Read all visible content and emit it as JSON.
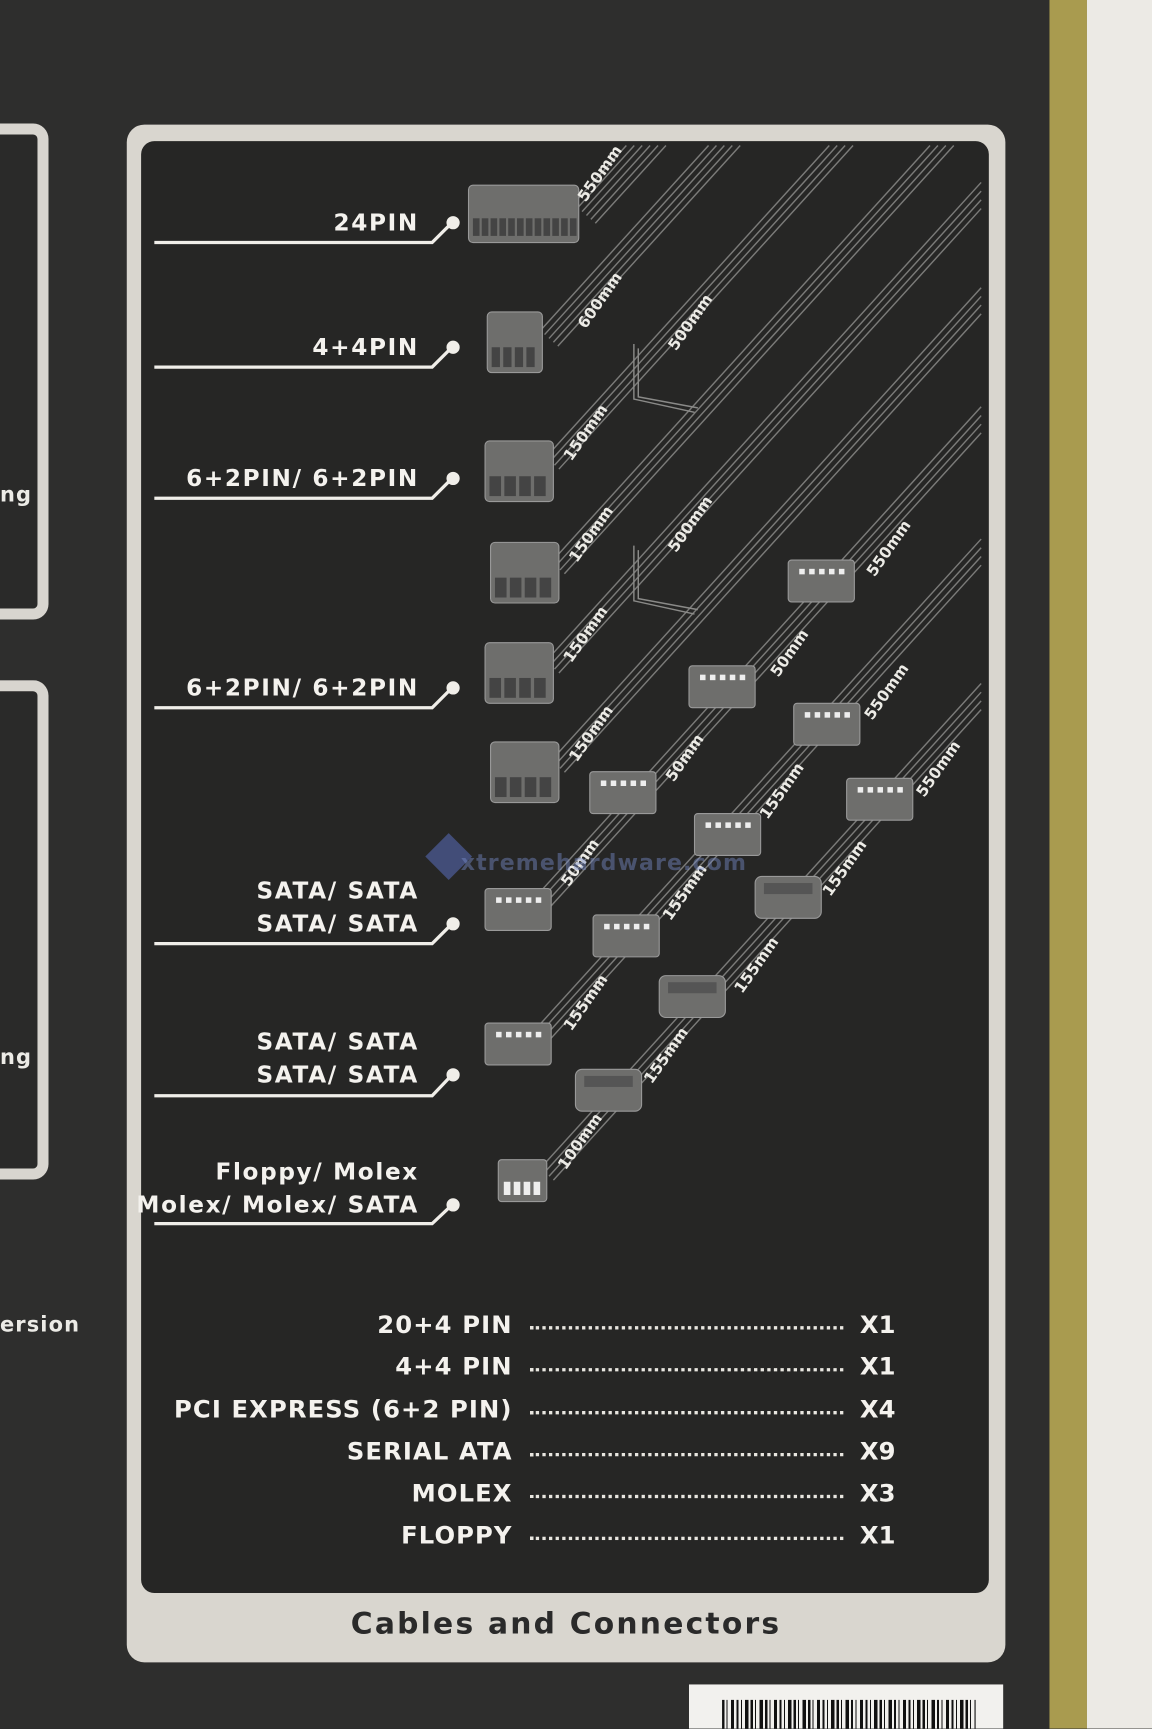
{
  "left_fragments": [
    "ng",
    "ng",
    "ersion"
  ],
  "panel": {
    "title": "Cables and Connectors",
    "cable_labels": [
      [
        "24PIN"
      ],
      [
        "4+4PIN"
      ],
      [
        "6+2PIN/ 6+2PIN"
      ],
      [
        "6+2PIN/ 6+2PIN"
      ],
      [
        "SATA/ SATA",
        "SATA/ SATA"
      ],
      [
        "SATA/ SATA",
        "SATA/ SATA"
      ],
      [
        "Floppy/ Molex",
        "Molex/ Molex/ SATA"
      ]
    ],
    "cable_lengths": [
      "550mm",
      "600mm",
      "500mm",
      "150mm",
      "150mm",
      "500mm",
      "150mm",
      "150mm",
      "550mm",
      "50mm",
      "50mm",
      "50mm",
      "550mm",
      "155mm",
      "155mm",
      "155mm",
      "550mm",
      "155mm",
      "155mm",
      "155mm",
      "100mm"
    ],
    "counts": [
      {
        "name": "20+4 PIN",
        "qty": "X1"
      },
      {
        "name": "4+4 PIN",
        "qty": "X1"
      },
      {
        "name": "PCI EXPRESS (6+2 PIN)",
        "qty": "X4"
      },
      {
        "name": "SERIAL ATA",
        "qty": "X9"
      },
      {
        "name": "MOLEX",
        "qty": "X3"
      },
      {
        "name": "FLOPPY",
        "qty": "X1"
      }
    ]
  },
  "watermark": "xtremehardware.com",
  "colors": {
    "box_background": "#2e2e2d",
    "panel_border": "#d9d6cf",
    "gold_strip": "#a99b4f",
    "cable": "#8a8a88",
    "connector": "#6e6e6c"
  }
}
